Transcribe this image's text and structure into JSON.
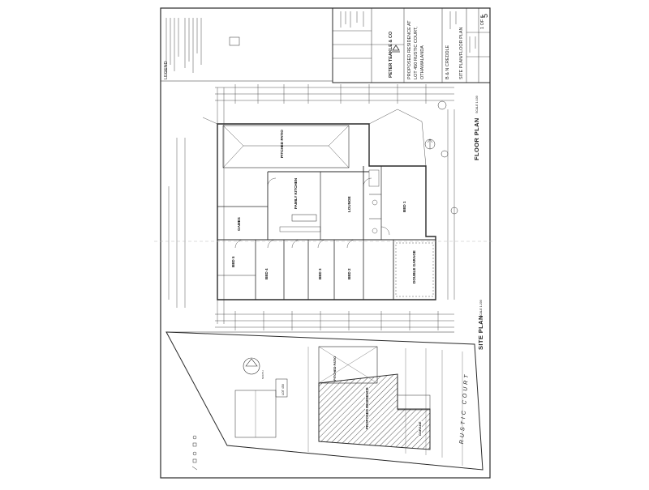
{
  "title_block": {
    "company": "PETER TEAKLE & CO",
    "job_line_1": "PROPOSED RESIDENCE AT",
    "job_line_2": "LOT 450 RUSTIC COURT,",
    "job_line_3": "OTHAMALANDA",
    "client": "B & N CREDDLE",
    "drawing_label": "SITE PLAN/FLOOR PLAN",
    "sheet": "1 OF 6",
    "sheet_number": "5"
  },
  "notes": {
    "legend_heading": "LEGEND",
    "north_label": "NORTH"
  },
  "plans": {
    "floor_plan_title": "FLOOR PLAN",
    "floor_plan_scale": "SCALE 1:100",
    "site_plan_title": "SITE PLAN",
    "site_plan_scale": "SCALE 1:200",
    "street": "RUSTIC COURT",
    "lot_label": "LOT 450"
  },
  "rooms": {
    "bed1": "BED 1",
    "lounge": "LOUNGE",
    "family_kitchen": "FAMILY KITCHEN",
    "games": "GAMES",
    "bed2": "BED 2",
    "bed3": "BED 3",
    "bed4": "BED 4",
    "bed5": "BED 5",
    "garage": "DOUBLE GARAGE",
    "patio": "PITCHED PATIO",
    "site_patio": "PITCHED PATIO",
    "site_residence": "PROPOSED RESIDENCE",
    "site_garage": "GARAGE"
  },
  "colors": {
    "ink": "#2a2a2a",
    "paper": "#ffffff"
  }
}
